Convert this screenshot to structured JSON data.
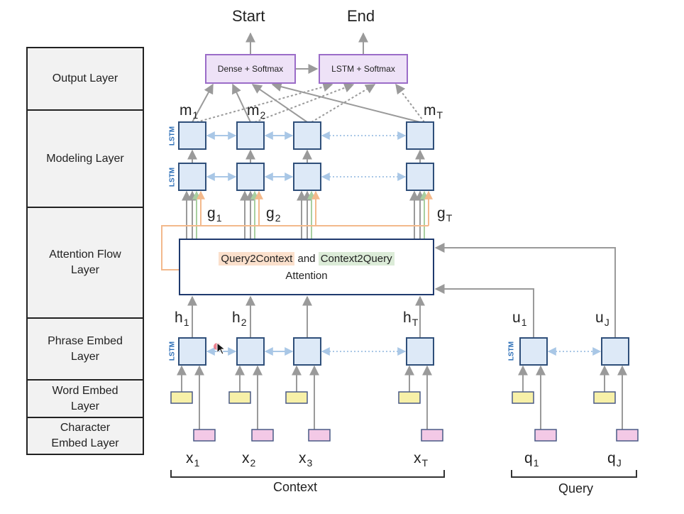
{
  "layers": [
    {
      "key": "output",
      "label": "Output Layer"
    },
    {
      "key": "modeling",
      "label": "Modeling Layer"
    },
    {
      "key": "attention",
      "label": "Attention  Flow\nLayer"
    },
    {
      "key": "phrase",
      "label": "Phrase Embed\nLayer"
    },
    {
      "key": "word",
      "label": "Word Embed\nLayer"
    },
    {
      "key": "char",
      "label": "Character\nEmbed Layer"
    }
  ],
  "outputs": {
    "start": "Start",
    "end": "End"
  },
  "output_boxes": {
    "dense": "Dense + Softmax",
    "lstm": "LSTM + Softmax"
  },
  "attention": {
    "part1": "Query2Context",
    "and": "and",
    "part2": "Context2Query",
    "line2": "Attention"
  },
  "lstm_label": "LSTM",
  "modeling_labels": {
    "m1": {
      "base": "m",
      "sub": "1"
    },
    "m2": {
      "base": "m",
      "sub": "2"
    },
    "mT": {
      "base": "m",
      "sub": "T"
    }
  },
  "g_labels": {
    "g1": {
      "base": "g",
      "sub": "1"
    },
    "g2": {
      "base": "g",
      "sub": "2"
    },
    "gT": {
      "base": "g",
      "sub": "T"
    }
  },
  "h_labels": {
    "h1": {
      "base": "h",
      "sub": "1"
    },
    "h2": {
      "base": "h",
      "sub": "2"
    },
    "hT": {
      "base": "h",
      "sub": "T"
    }
  },
  "u_labels": {
    "u1": {
      "base": "u",
      "sub": "1"
    },
    "uJ": {
      "base": "u",
      "sub": "J"
    }
  },
  "x_labels": {
    "x1": {
      "base": "x",
      "sub": "1"
    },
    "x2": {
      "base": "x",
      "sub": "2"
    },
    "x3": {
      "base": "x",
      "sub": "3"
    },
    "xT": {
      "base": "x",
      "sub": "T"
    }
  },
  "q_labels": {
    "q1": {
      "base": "q",
      "sub": "1"
    },
    "qJ": {
      "base": "q",
      "sub": "J"
    }
  },
  "groups": {
    "context": "Context",
    "query": "Query"
  },
  "colors": {
    "lstm_fill": "#dde9f7",
    "lstm_stroke": "#2f4f7a",
    "word_fill": "#f7f0a8",
    "word_stroke": "#4a5a86",
    "char_fill": "#f3c9e6",
    "char_stroke": "#4a5a86",
    "out_fill": "#eee2f7",
    "out_stroke": "#9b6cc8",
    "arrow": "#9a9a9a",
    "bidir": "#a9c7e6",
    "orange": "#f3b98c",
    "green": "#a8cfa0",
    "attn_border": "#1f3a6e"
  }
}
